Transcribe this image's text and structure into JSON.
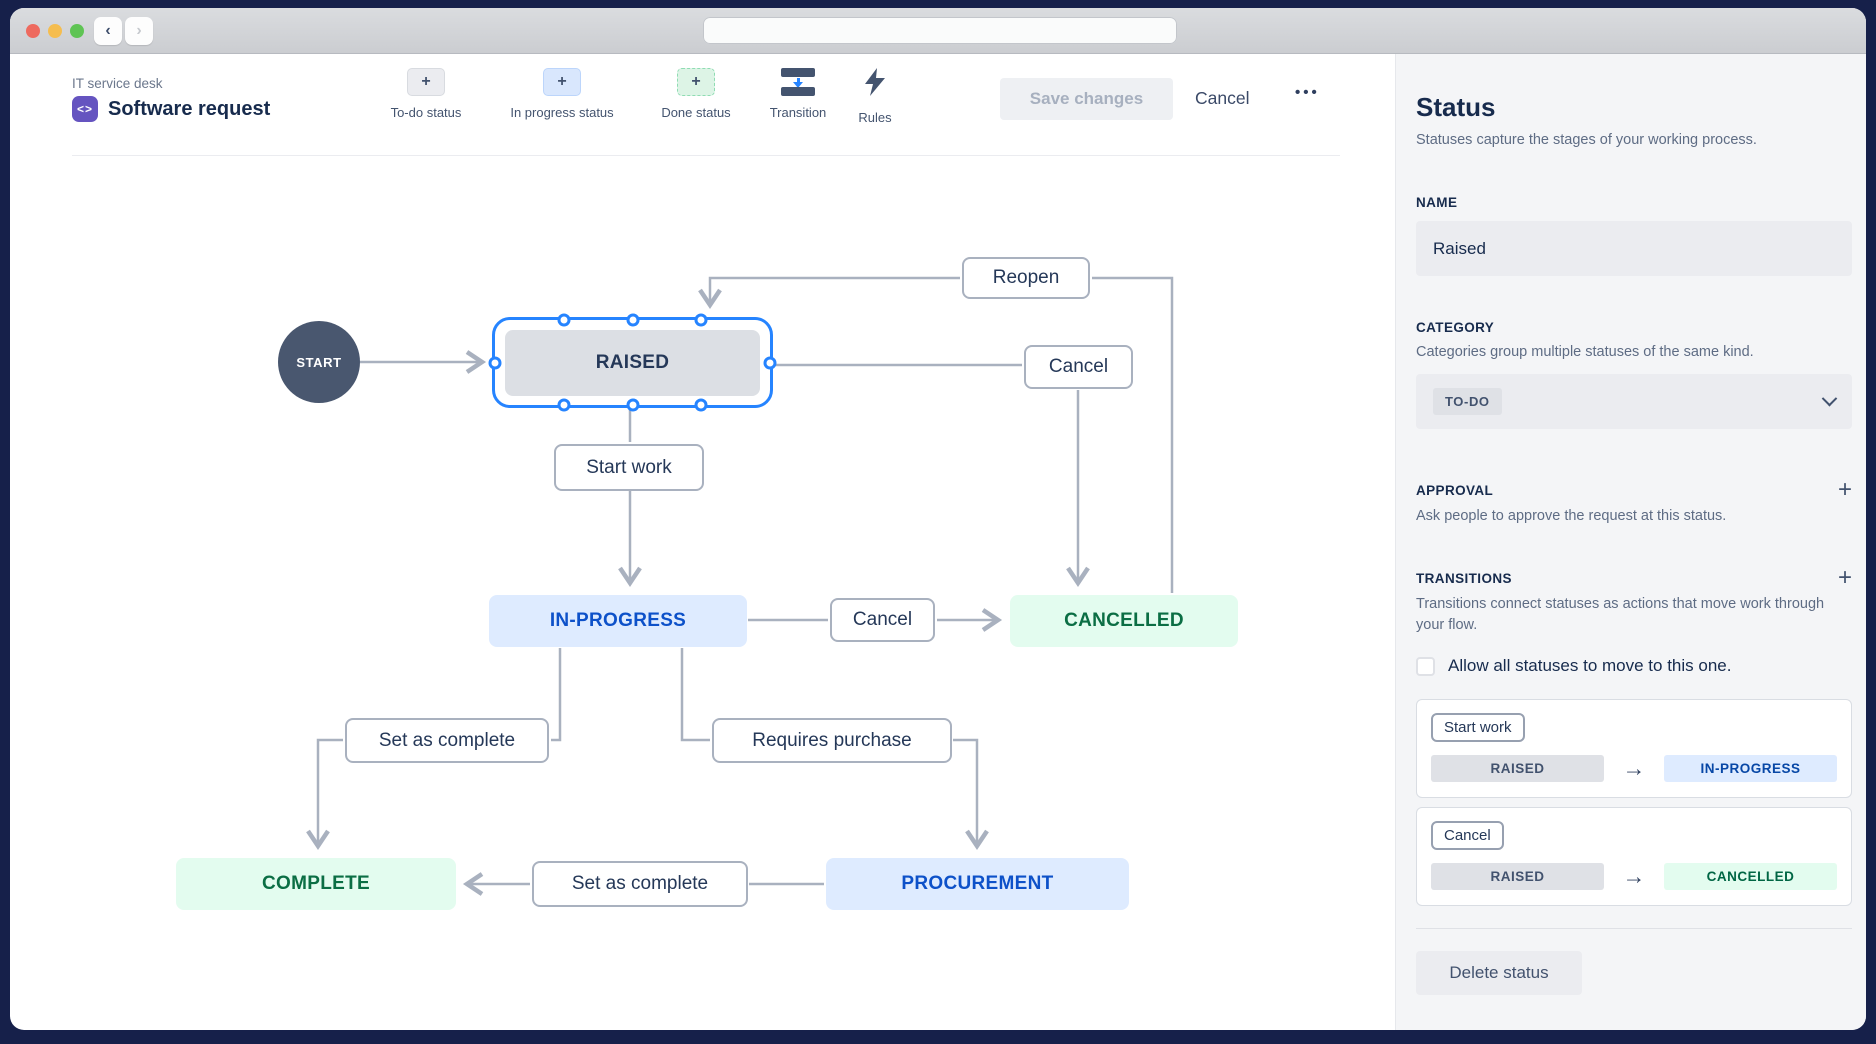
{
  "window": {
    "url_bar_value": ""
  },
  "header": {
    "breadcrumb": "IT service desk",
    "project_icon_glyph": "<>",
    "title": "Software request",
    "save_button": "Save changes",
    "cancel_button": "Cancel",
    "more_menu": "•••"
  },
  "toolbar": {
    "plus": "+",
    "todo_label": "To-do status",
    "inprogress_label": "In progress status",
    "done_label": "Done status",
    "transition_label": "Transition",
    "rules_label": "Rules"
  },
  "canvas": {
    "nodes": {
      "start": "START",
      "raised": "RAISED",
      "in_progress": "IN-PROGRESS",
      "cancelled": "CANCELLED",
      "complete": "COMPLETE",
      "procurement": "PROCUREMENT"
    },
    "transition_labels": {
      "reopen": "Reopen",
      "cancel_top": "Cancel",
      "start_work": "Start work",
      "cancel_mid": "Cancel",
      "set_as_complete_left": "Set as complete",
      "requires_purchase": "Requires purchase",
      "set_as_complete_bottom": "Set as complete"
    }
  },
  "sidebar": {
    "title": "Status",
    "description": "Statuses capture the stages of your working process.",
    "name_label": "NAME",
    "name_value": "Raised",
    "category_label": "CATEGORY",
    "category_description": "Categories group multiple statuses of the same kind.",
    "category_value": "TO-DO",
    "approval_label": "APPROVAL",
    "approval_description": "Ask people to approve the request at this status.",
    "transitions_label": "TRANSITIONS",
    "transitions_description": "Transitions connect statuses as actions that move work through your flow.",
    "allow_all_label": "Allow all statuses to move to this one.",
    "plus": "+",
    "arrow_glyph": "→",
    "transitions": [
      {
        "name": "Start work",
        "from": "RAISED",
        "to": "IN-PROGRESS"
      },
      {
        "name": "Cancel",
        "from": "RAISED",
        "to": "CANCELLED"
      }
    ],
    "delete_button": "Delete status"
  },
  "colors": {
    "selection_blue": "#2684FF",
    "brand_purple": "#6554C0",
    "todo_gray": "#DFE1E6",
    "inprogress_blue_bg": "#DEEBFF",
    "inprogress_blue_text": "#0747A6",
    "done_green_bg": "#E3FCEF",
    "done_green_text": "#006644",
    "navy_text": "#172B4D",
    "frame_navy": "#16204A"
  }
}
